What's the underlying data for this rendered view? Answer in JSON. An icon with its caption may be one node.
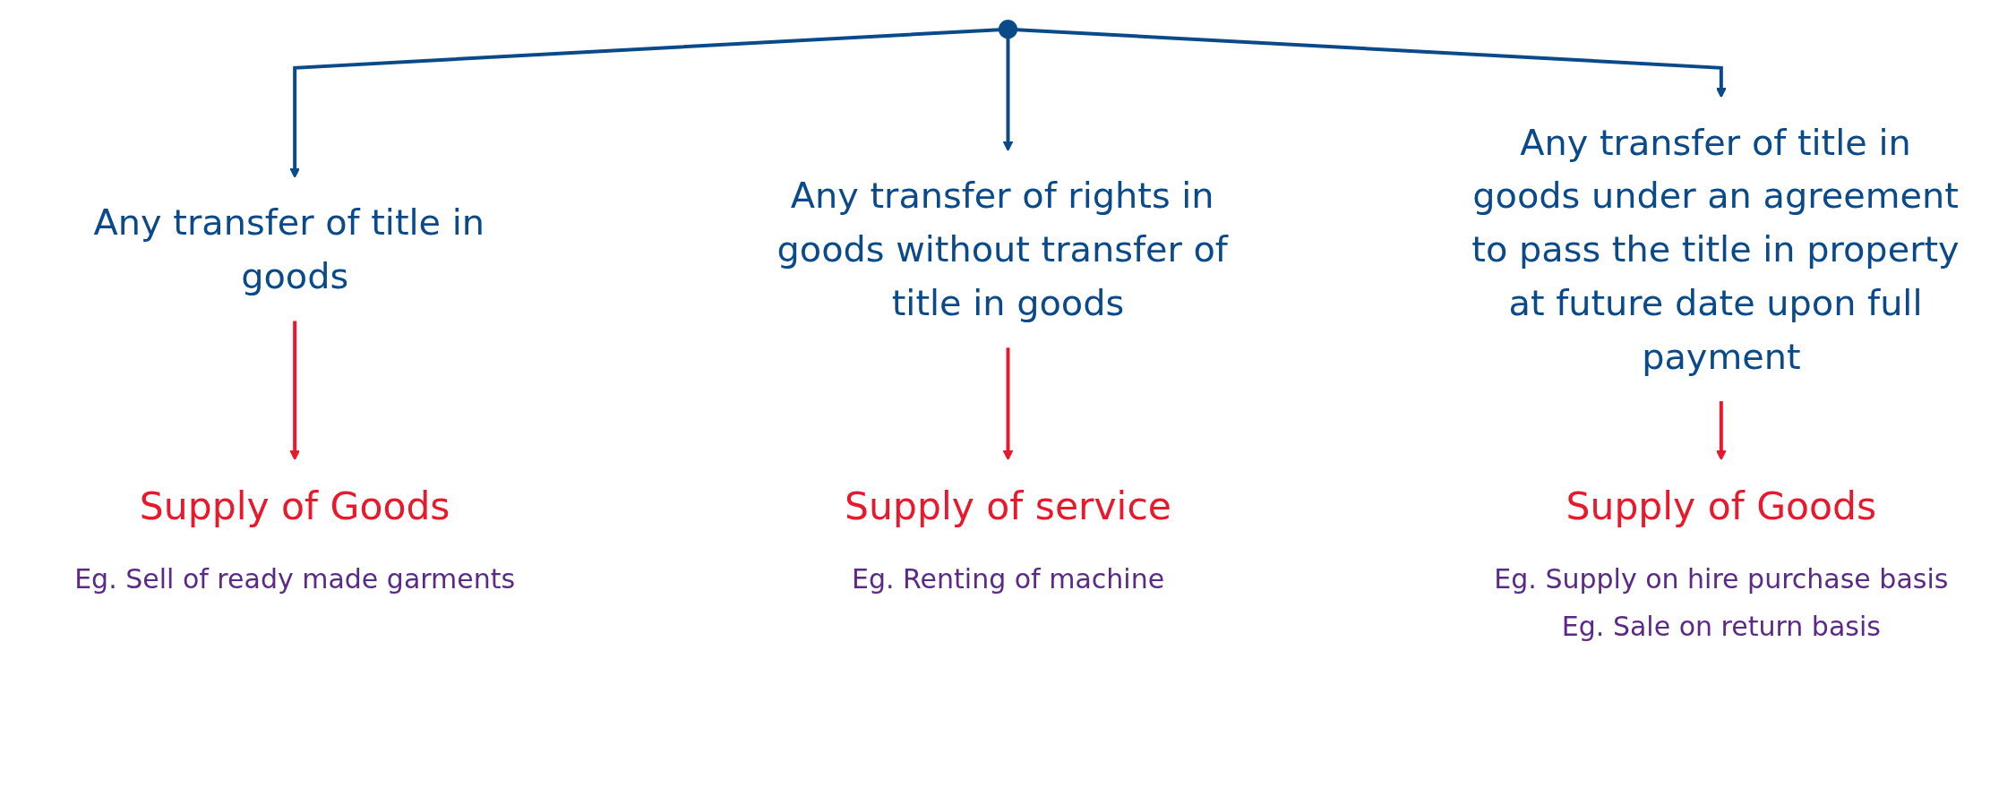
{
  "diagram": {
    "nodes": [
      {
        "text": [
          "Any transfer of title in goods"
        ]
      },
      {
        "text": [
          "Supply of Goods"
        ],
        "beside": [
          "Eg. Sell of ready made garments"
        ]
      },
      {
        "text": [
          "Any transfer of rights in goods without transfer of title in goods"
        ]
      },
      {
        "text": [
          "Supply of service"
        ],
        "beside": [
          "Eg. Renting of machine"
        ]
      },
      {
        "text": [
          "Any transfer of title in goods under an agreement to pass the title in property at future date upon full payment"
        ]
      },
      {
        "text": [
          "Supply of Goods"
        ],
        "beside": [
          "Eg. Supply on hire purchase basis",
          "Eg. Sale on return basis"
        ]
      }
    ],
    "edges": [
      {
        "from": null,
        "to": 0,
        "arrow": "to"
      },
      {
        "from": null,
        "to": 2,
        "arrow": "to"
      },
      {
        "from": null,
        "to": 4,
        "arrow": "to"
      },
      {
        "from": 0,
        "to": 1,
        "arrow": "to",
        "color": "#e8192c"
      },
      {
        "from": 2,
        "to": 3,
        "arrow": "to",
        "color": "#e8192c"
      },
      {
        "from": 4,
        "to": 5,
        "arrow": "to",
        "color": "#e8192c"
      }
    ]
  }
}
